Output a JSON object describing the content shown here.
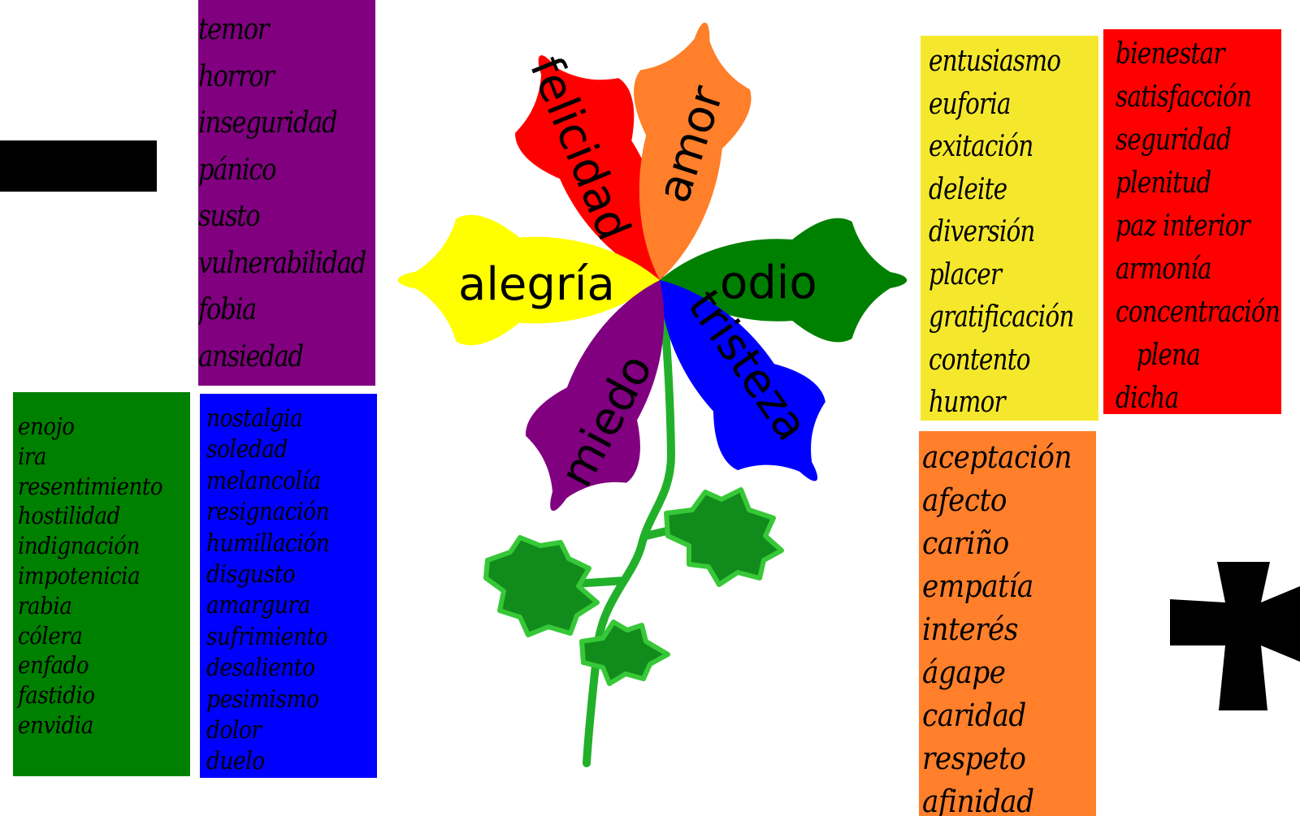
{
  "petals": {
    "felicidad": {
      "label": "felicidad",
      "color": "#ff0000"
    },
    "amor": {
      "label": "amor",
      "color": "#ff7f2a"
    },
    "alegria": {
      "label": "alegría",
      "color": "#ffff00"
    },
    "odio": {
      "label": "odio",
      "color": "#008000"
    },
    "tristeza": {
      "label": "tristeza",
      "color": "#0000ff"
    },
    "miedo": {
      "label": "miedo",
      "color": "#800080"
    }
  },
  "lists": {
    "miedo": {
      "color": "#800080",
      "items": [
        "temor",
        "horror",
        "inseguridad",
        "pánico",
        "susto",
        "vulnerabilidad",
        "fobia",
        "ansiedad"
      ]
    },
    "odio": {
      "color": "#008000",
      "items": [
        "enojo",
        "ira",
        "resentimiento",
        "hostilidad",
        "indignación",
        "impotenicia",
        "rabia",
        "cólera",
        "enfado",
        "fastidio",
        "envidia"
      ]
    },
    "tristeza": {
      "color": "#0000ff",
      "items": [
        "nostalgia",
        "soledad",
        "melancolía",
        "resignación",
        "humillación",
        "disgusto",
        "amargura",
        "sufrimiento",
        "desaliento",
        "pesimismo",
        "dolor",
        "duelo"
      ]
    },
    "alegria": {
      "color": "#f5e82c",
      "items": [
        "entusiasmo",
        "euforia",
        "exitación",
        "deleite",
        "diversión",
        "placer",
        "gratificación",
        "contento",
        "humor"
      ]
    },
    "felicidad": {
      "color": "#ff0000",
      "items": [
        "bienestar",
        "satisfacción",
        "seguridad",
        "plenitud",
        "paz interior",
        "armonía",
        "concentración",
        "   plena",
        "dicha"
      ]
    },
    "amor": {
      "color": "#ff7f2a",
      "items": [
        "aceptación",
        "afecto",
        "cariño",
        "empatía",
        "interés",
        "ágape",
        "caridad",
        "respeto",
        "afinidad"
      ]
    }
  },
  "colors": {
    "stem": "#22b02a",
    "leaf_fill": "#118b1b",
    "leaf_stroke": "#37c837",
    "black": "#000000"
  }
}
